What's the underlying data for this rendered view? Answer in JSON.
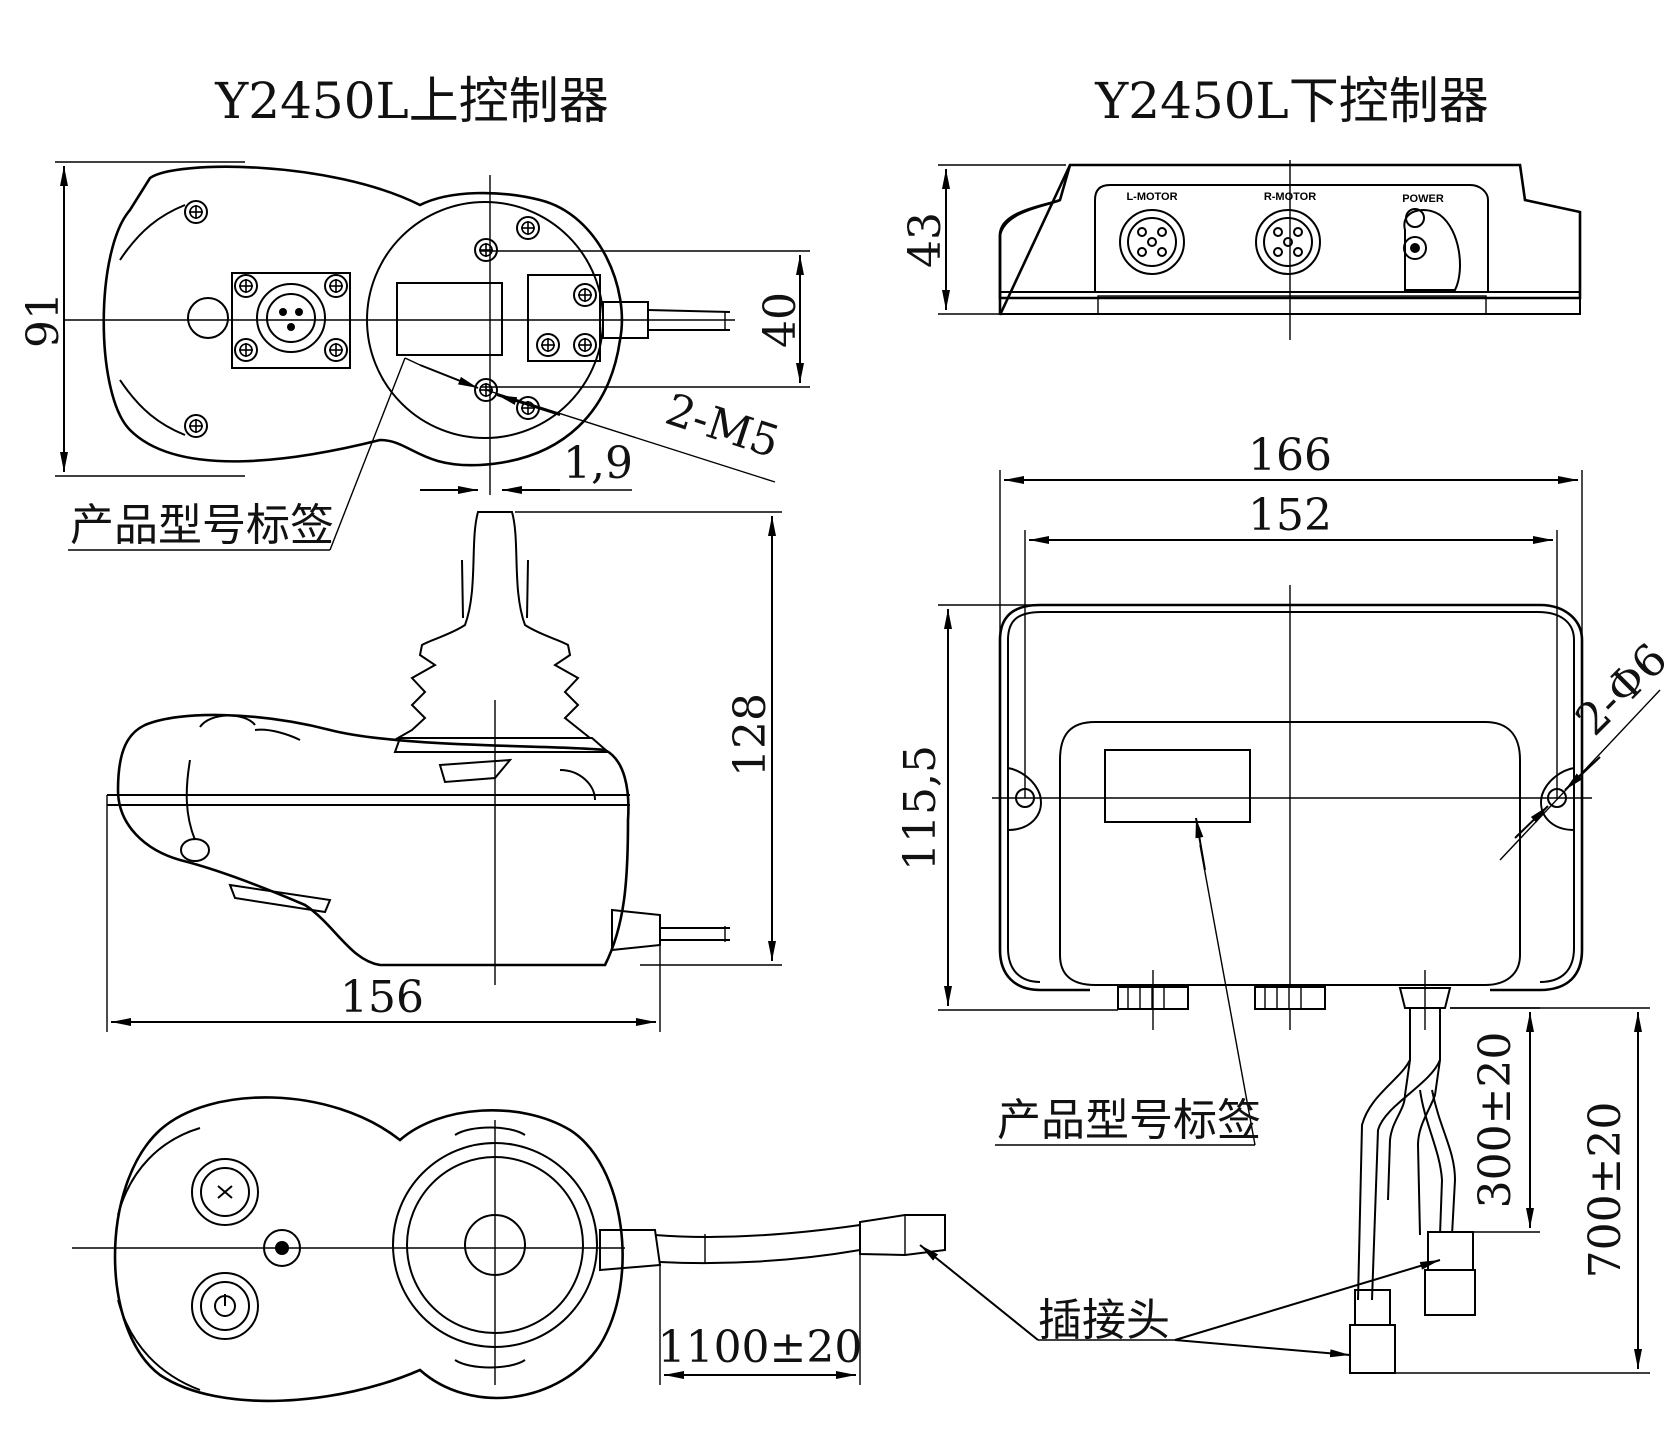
{
  "titles": {
    "upper": "Y2450L上控制器",
    "lower": "Y2450L下控制器"
  },
  "upper_controller": {
    "dims": {
      "height_91": "91",
      "width_40": "40",
      "offset_1_9": "1,9",
      "screws_2_m5": "2-M5",
      "height_128": "128",
      "length_156": "156",
      "cable_1100": "1100±20"
    },
    "labels": {
      "product_label": "产品型号标签",
      "connector": "插接头"
    }
  },
  "lower_controller": {
    "ports": {
      "l_motor": "L-MOTOR",
      "r_motor": "R-MOTOR",
      "power": "POWER"
    },
    "dims": {
      "height_43": "43",
      "width_166": "166",
      "width_152": "152",
      "height_115_5": "115,5",
      "holes_2_phi6": "2-Φ6",
      "cable_300": "300±20",
      "cable_700": "700±20"
    },
    "labels": {
      "product_label": "产品型号标签"
    }
  }
}
